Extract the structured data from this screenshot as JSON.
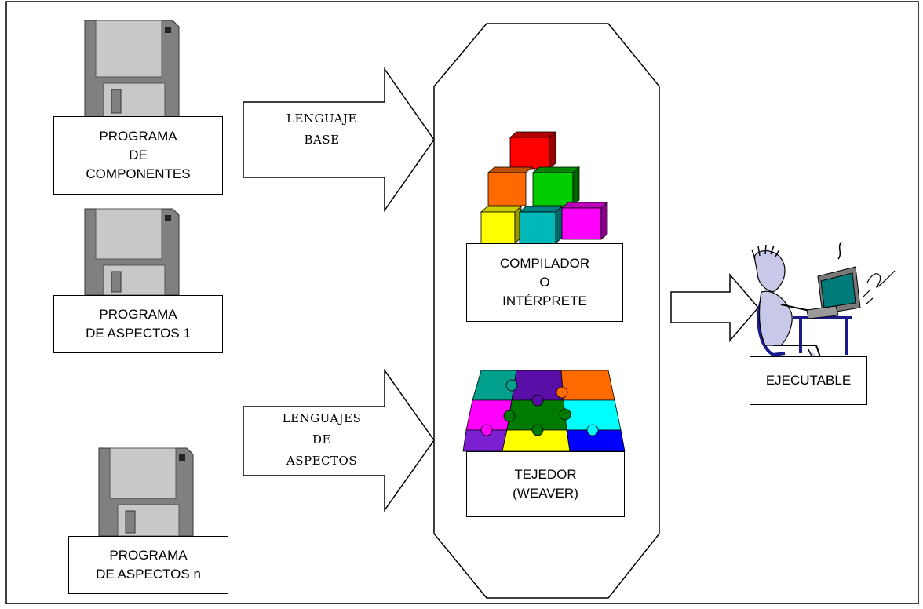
{
  "nodes": {
    "programa_componentes": [
      "PROGRAMA",
      "DE",
      "COMPONENTES"
    ],
    "programa_aspectos_1": [
      "PROGRAMA",
      "DE ASPECTOS 1"
    ],
    "programa_aspectos_n": [
      "PROGRAMA",
      "DE ASPECTOS n"
    ],
    "compilador": [
      "COMPILADOR",
      "O",
      "INTÉRPRETE"
    ],
    "tejedor": [
      "TEJEDOR",
      "(WEAVER)"
    ],
    "ejecutable": [
      "EJECUTABLE"
    ]
  },
  "edges": {
    "lenguaje_base": [
      "LENGUAJE",
      "BASE"
    ],
    "lenguajes_aspectos": [
      "LENGUAJES",
      "DE",
      "ASPECTOS"
    ]
  },
  "icons": {
    "disk": "floppy-disk-icon",
    "blocks": "building-blocks-icon",
    "puzzle": "puzzle-icon",
    "user": "user-at-computer-icon"
  },
  "colors": {
    "disk_body": "#808080",
    "disk_label": "#c0c0c0",
    "block_red": "#ff0000",
    "block_orange": "#ff6a00",
    "block_green": "#00cc00",
    "block_yellow": "#ffff00",
    "block_teal": "#00b8b8",
    "block_magenta": "#ff00ff"
  }
}
